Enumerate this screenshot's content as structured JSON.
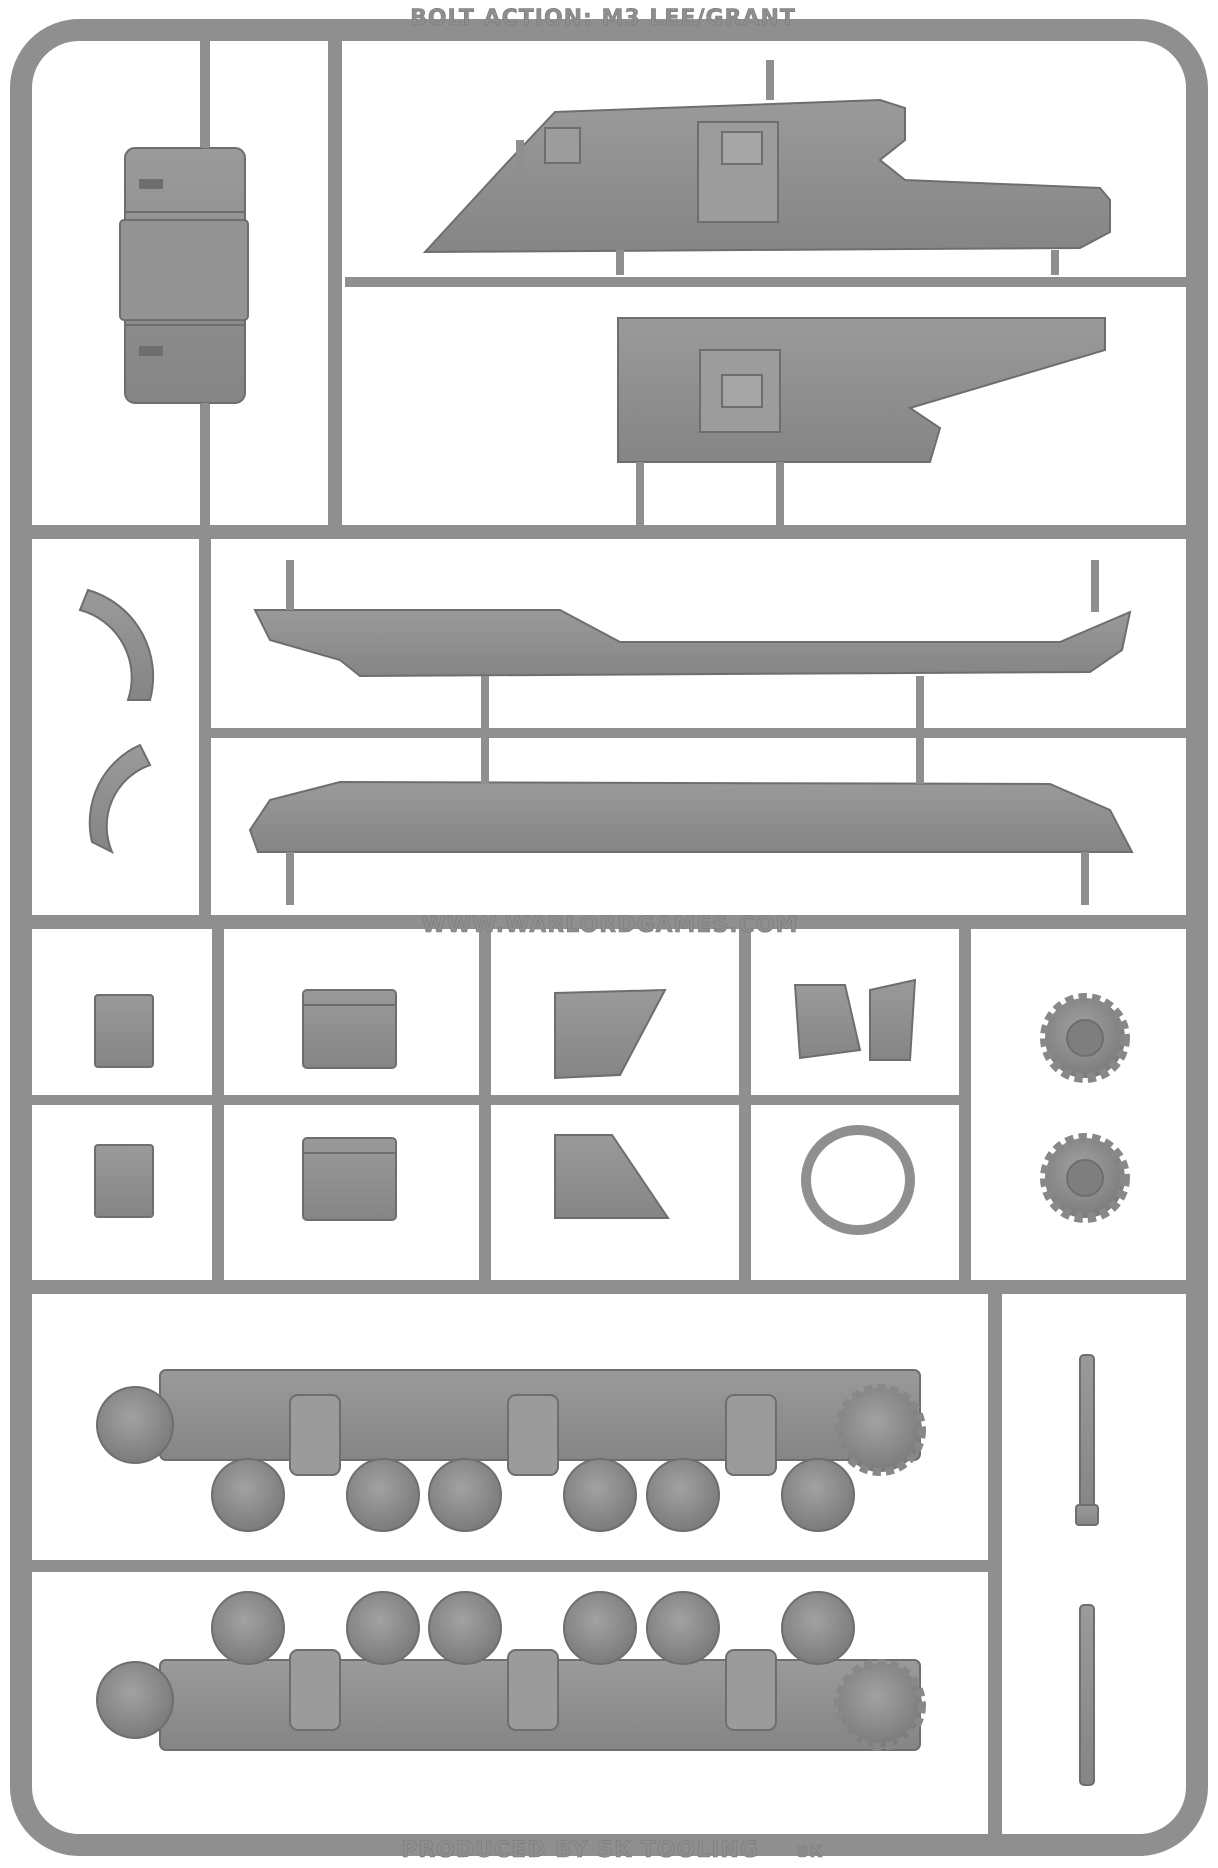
{
  "image": {
    "subject": "plastic model kit sprue frame",
    "colors": {
      "background": "#ffffff",
      "plastic": "#8f8f8f",
      "plastic_dark": "#6e6e6e",
      "plastic_light": "#a4a4a4",
      "rivet": "#777777"
    }
  },
  "sprue_labels": {
    "top": "BOLT ACTION: M3 LEE/GRANT",
    "middle": "WWW.WARLORDGAMES.COM",
    "bottom": "PRODUCED BY SK TOOLING",
    "bottom_logo": "SK"
  },
  "parts": [
    {
      "id": "turret-drum",
      "kind": "cylinder"
    },
    {
      "id": "hull-side-upper",
      "kind": "hull-side-plate"
    },
    {
      "id": "hull-side-lower",
      "kind": "hull-side-plate"
    },
    {
      "id": "curved-ring-upper",
      "kind": "half-ring"
    },
    {
      "id": "curved-ring-lower",
      "kind": "half-ring"
    },
    {
      "id": "track-guard-upper",
      "kind": "fender"
    },
    {
      "id": "track-guard-lower",
      "kind": "fender"
    },
    {
      "id": "small-block-1",
      "kind": "block"
    },
    {
      "id": "small-block-2",
      "kind": "block"
    },
    {
      "id": "stowage-box-1",
      "kind": "box"
    },
    {
      "id": "stowage-box-2",
      "kind": "box"
    },
    {
      "id": "wedge-plate-1",
      "kind": "wedge"
    },
    {
      "id": "wedge-plate-2",
      "kind": "wedge"
    },
    {
      "id": "hatch-halves",
      "kind": "hatch"
    },
    {
      "id": "hatch-ring",
      "kind": "ring"
    },
    {
      "id": "drive-sprocket-1",
      "kind": "sprocket"
    },
    {
      "id": "drive-sprocket-2",
      "kind": "sprocket"
    },
    {
      "id": "suspension-assembly-upper",
      "kind": "bogie-set"
    },
    {
      "id": "suspension-assembly-lower",
      "kind": "bogie-set"
    },
    {
      "id": "gun-barrel-1",
      "kind": "barrel"
    },
    {
      "id": "gun-barrel-2",
      "kind": "barrel"
    }
  ]
}
